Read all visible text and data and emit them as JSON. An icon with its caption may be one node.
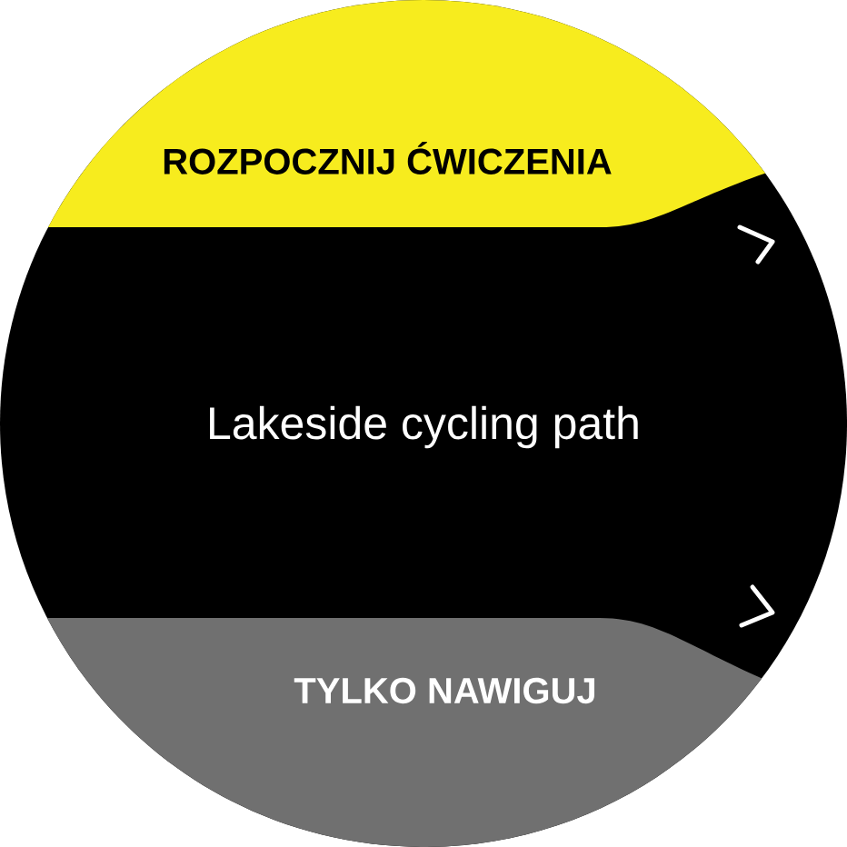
{
  "diagram": {
    "nodes": [
      {
        "text": [
          "ROZPOCZNIJ ĆWICZENIA"
        ]
      },
      {
        "text": [
          "Lakeside cycling path"
        ]
      },
      {
        "text": [
          "TYLKO NAWIGUJ"
        ]
      }
    ]
  }
}
